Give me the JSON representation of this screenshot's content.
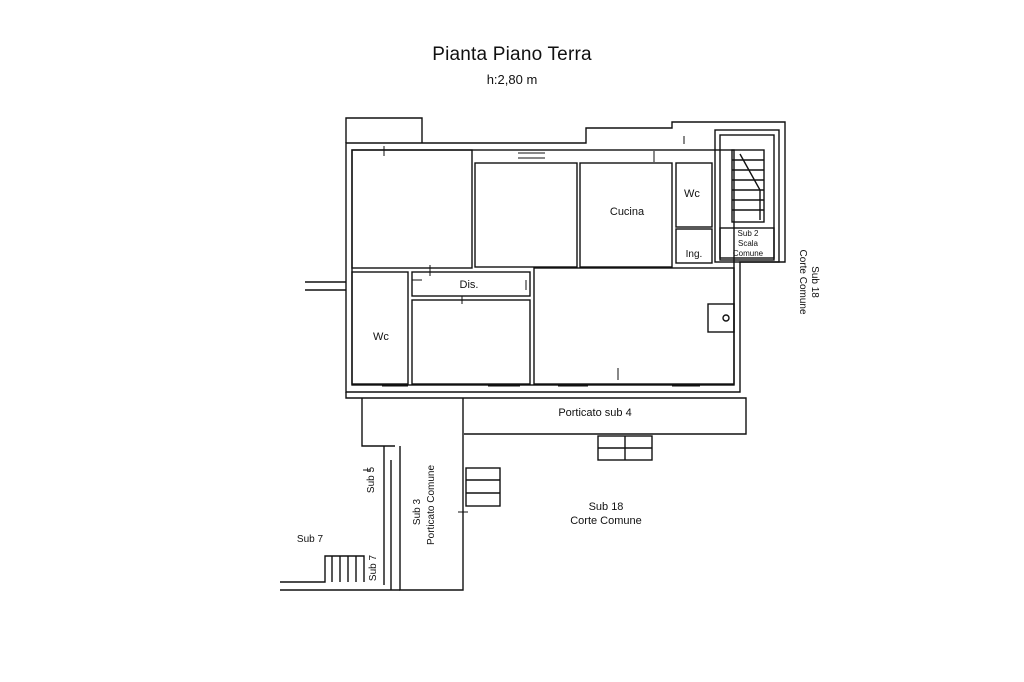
{
  "header": {
    "title": "Pianta Piano Terra",
    "height_label": "h:2,80 m"
  },
  "rooms": {
    "cucina": "Cucina",
    "wc_upper": "Wc",
    "wc_left": "Wc",
    "dis": "Dis.",
    "ing": "Ing.",
    "porticato": "Porticato sub 4"
  },
  "areas": {
    "sub2_line1": "Sub 2",
    "sub2_line2": "Scala",
    "sub2_line3": "Comune",
    "sub18_right_line1": "Sub 18",
    "sub18_right_line2": "Corte Comune",
    "sub18_bottom_line1": "Sub 18",
    "sub18_bottom_line2": "Corte Comune",
    "sub5": "Sub 5",
    "sub3_line1": "Sub 3",
    "sub3_line2": "Porticato Comune",
    "sub7_a": "Sub 7",
    "sub7_b": "Sub 7"
  }
}
